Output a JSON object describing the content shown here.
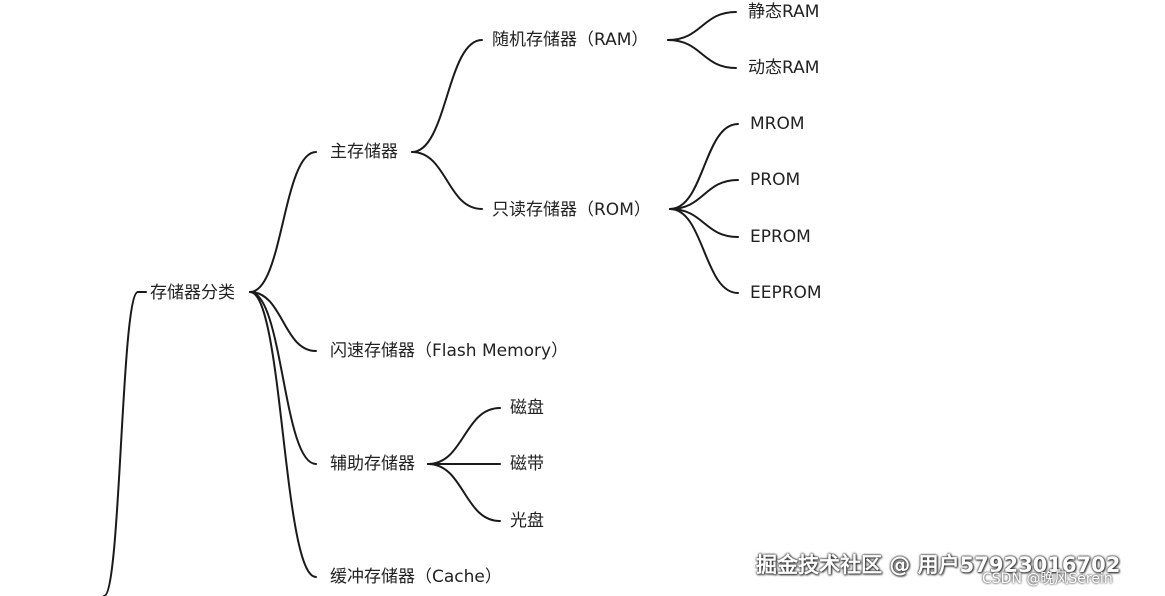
{
  "mindmap": {
    "root": "存储器分类",
    "main_memory": {
      "label": "主存储器",
      "ram": {
        "label": "随机存储器（RAM）",
        "children": [
          "静态RAM",
          "动态RAM"
        ]
      },
      "rom": {
        "label": "只读存储器（ROM）",
        "children": [
          "MROM",
          "PROM",
          "EPROM",
          "EEPROM"
        ]
      }
    },
    "flash": {
      "label": "闪速存储器（Flash Memory）"
    },
    "auxiliary": {
      "label": "辅助存储器",
      "children": [
        "磁盘",
        "磁带",
        "光盘"
      ]
    },
    "cache": {
      "label": "缓冲存储器（Cache）"
    }
  },
  "watermarks": {
    "juejin": "掘金技术社区 @ 用户57923016702",
    "csdn": "CSDN @晚风Serein"
  },
  "colors": {
    "line": "#1a1a1a",
    "text": "#222222",
    "background": "#ffffff"
  }
}
